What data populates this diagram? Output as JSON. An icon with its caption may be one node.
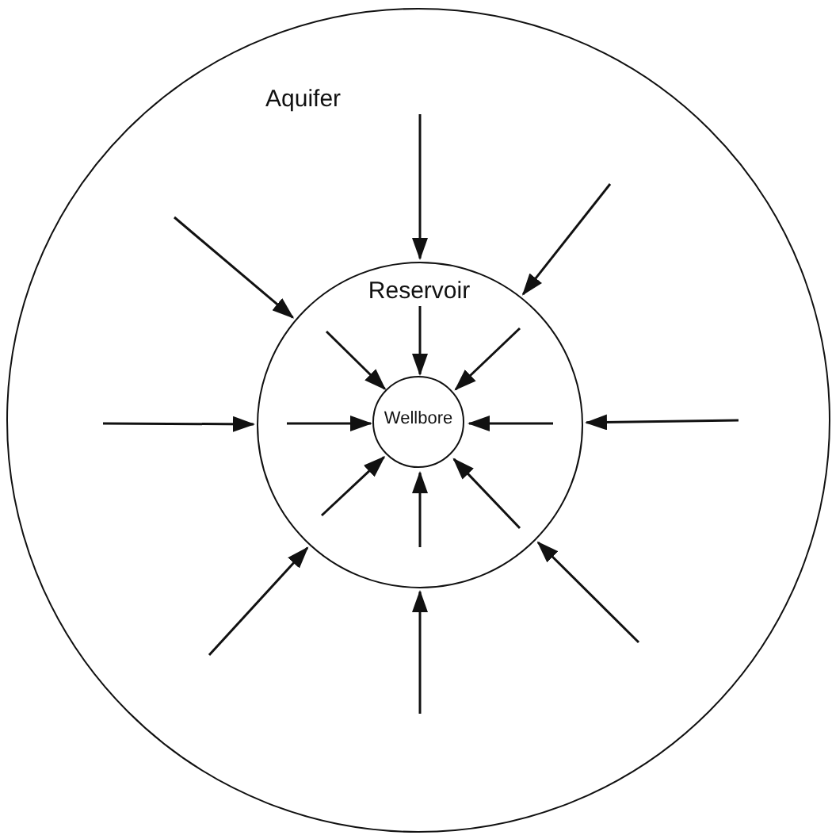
{
  "diagram": {
    "nodes": [
      {
        "text": [
          "Aquifer"
        ]
      },
      {
        "text": [
          "Reservoir"
        ],
        "in": 0
      },
      {
        "text": [
          "Wellbore"
        ],
        "in": 1
      }
    ],
    "edges": [
      {
        "from": null,
        "to": 1,
        "arrow": "to"
      },
      {
        "from": null,
        "to": 1,
        "arrow": "to"
      },
      {
        "from": null,
        "to": 1,
        "arrow": "to"
      },
      {
        "from": null,
        "to": 1,
        "arrow": "to"
      },
      {
        "from": null,
        "to": 1,
        "arrow": "to"
      },
      {
        "from": null,
        "to": 1,
        "arrow": "to"
      },
      {
        "from": null,
        "to": 1,
        "arrow": "to"
      },
      {
        "from": null,
        "to": 1,
        "arrow": "to"
      },
      {
        "from": null,
        "to": 2,
        "arrow": "to"
      },
      {
        "from": null,
        "to": 2,
        "arrow": "to"
      },
      {
        "from": null,
        "to": 2,
        "arrow": "to"
      },
      {
        "from": null,
        "to": 2,
        "arrow": "to"
      },
      {
        "from": null,
        "to": 2,
        "arrow": "to"
      },
      {
        "from": null,
        "to": 2,
        "arrow": "to"
      },
      {
        "from": null,
        "to": 2,
        "arrow": "to"
      },
      {
        "from": null,
        "to": 2,
        "arrow": "to"
      }
    ]
  }
}
